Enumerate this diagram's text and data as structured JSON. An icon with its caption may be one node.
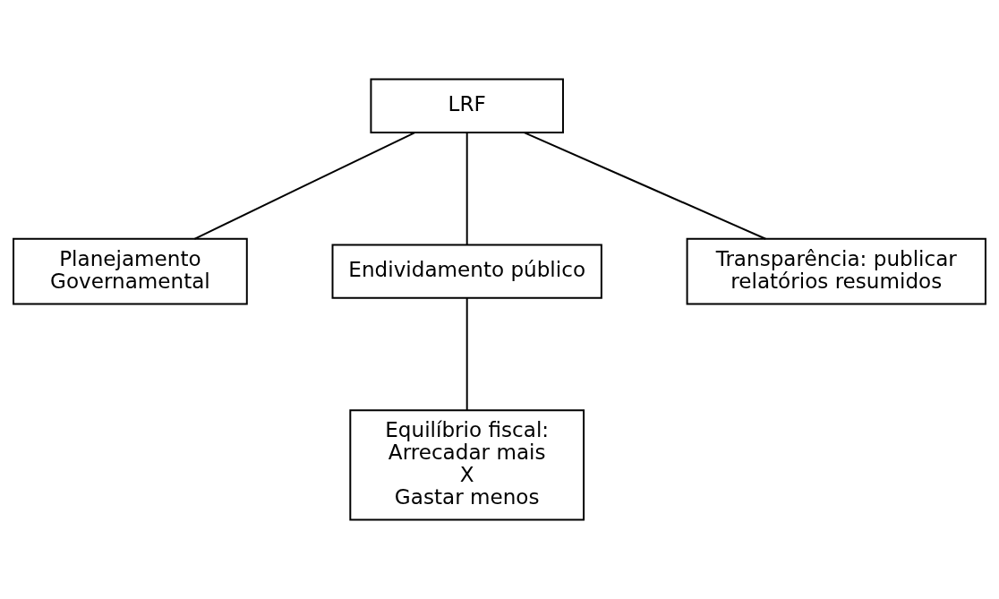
{
  "diagram": {
    "nodes": [
      {
        "text": [
          "LRF"
        ]
      },
      {
        "text": [
          "Planejamento Governamental"
        ]
      },
      {
        "text": [
          "Endividamento público"
        ]
      },
      {
        "text": [
          "Transparência: publicar relatórios resumidos"
        ]
      },
      {
        "text": [
          "Equilíbrio fiscal: Arrecadar mais X Gastar menos"
        ]
      }
    ],
    "edges": [
      {
        "from": 0,
        "to": 1,
        "arrow": "none"
      },
      {
        "from": 0,
        "to": 2,
        "arrow": "none"
      },
      {
        "from": 0,
        "to": 3,
        "arrow": "none"
      },
      {
        "from": 2,
        "to": 4,
        "arrow": "none"
      }
    ]
  }
}
